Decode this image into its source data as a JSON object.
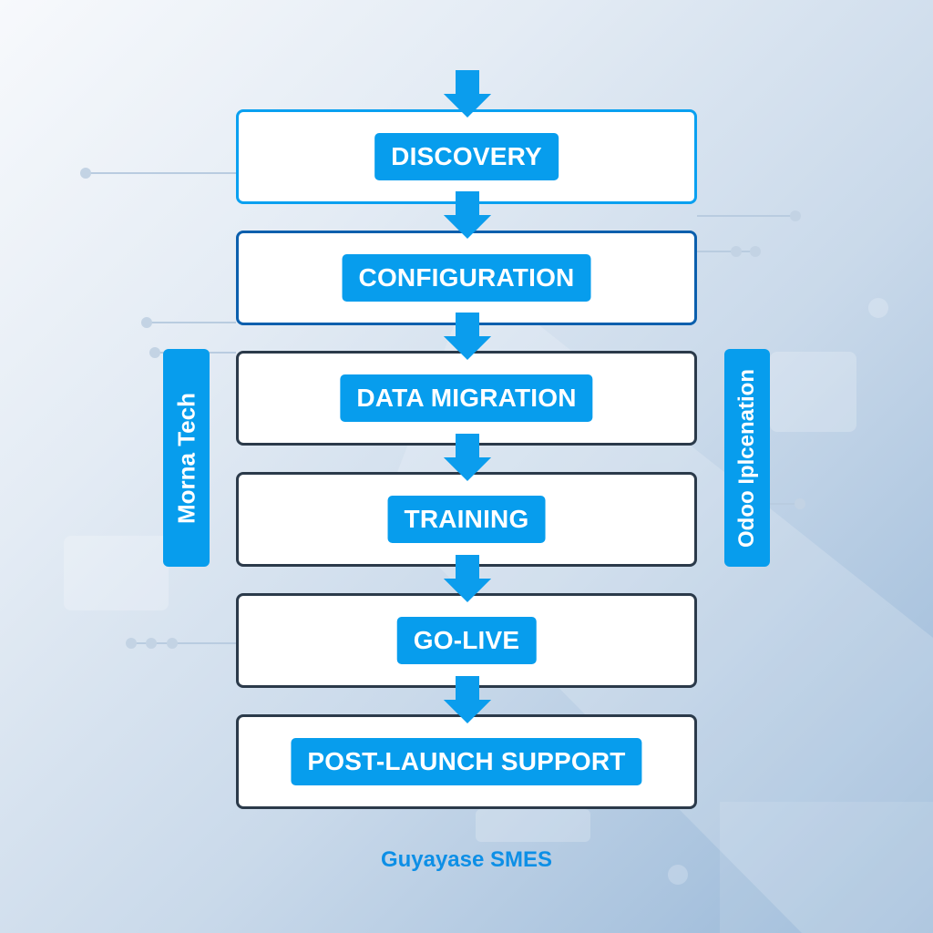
{
  "diagram": {
    "type": "flowchart",
    "direction": "top-to-bottom",
    "stages": [
      {
        "label": "DISCOVERY",
        "border_color": "#0aa0f0"
      },
      {
        "label": "CONFIGURATION",
        "border_color": "#0b5fad"
      },
      {
        "label": "DATA MIGRATION",
        "border_color": "#2b3a4a"
      },
      {
        "label": "TRAINING",
        "border_color": "#2b3a4a"
      },
      {
        "label": "GO-LIVE",
        "border_color": "#2b3a4a"
      },
      {
        "label": "POST-LAUNCH SUPPORT",
        "border_color": "#2b3a4a"
      }
    ],
    "arrow_icon": "arrow-down-icon",
    "arrow_color": "#0b9ded"
  },
  "side_labels": {
    "left": "Morna Tech",
    "right": "Odoo Iplcenation"
  },
  "footer": {
    "text": "Guyayase SMES"
  },
  "colors": {
    "accent": "#079ded",
    "footer_text": "#0d8fe6"
  }
}
